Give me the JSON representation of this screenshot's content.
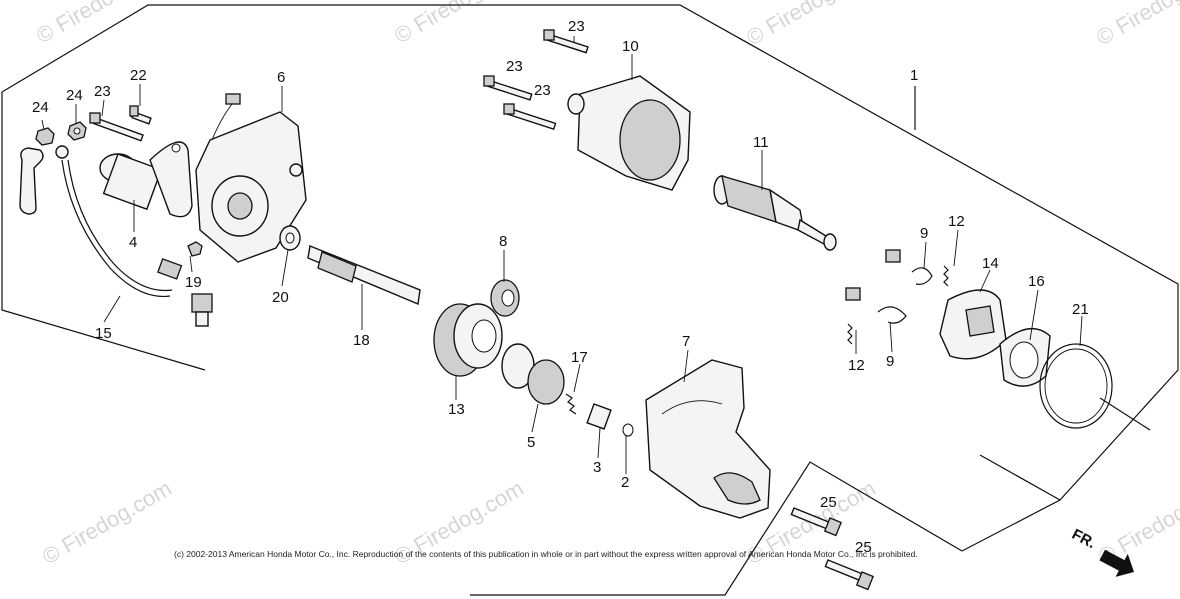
{
  "watermarks": {
    "text": "© Firedog.com",
    "text_short": "© Firedo"
  },
  "callouts": {
    "p1": "1",
    "p2": "2",
    "p3": "3",
    "p4": "4",
    "p5": "5",
    "p6": "6",
    "p7": "7",
    "p8": "8",
    "p9a": "9",
    "p9b": "9",
    "p10": "10",
    "p11": "11",
    "p12a": "12",
    "p12b": "12",
    "p13": "13",
    "p14": "14",
    "p15": "15",
    "p16": "16",
    "p17": "17",
    "p18": "18",
    "p19": "19",
    "p20": "20",
    "p21": "21",
    "p22": "22",
    "p23a": "23",
    "p23b": "23",
    "p23c": "23",
    "p23d": "23",
    "p24a": "24",
    "p24b": "24",
    "p25a": "25",
    "p25b": "25"
  },
  "copyright": "(c) 2002-2013 American Honda Motor Co., Inc. Reproduction of the contents of this publication in whole or in part without the express written approval of American Honda Motor Co., Inc is prohibited.",
  "direction_label": "FR."
}
